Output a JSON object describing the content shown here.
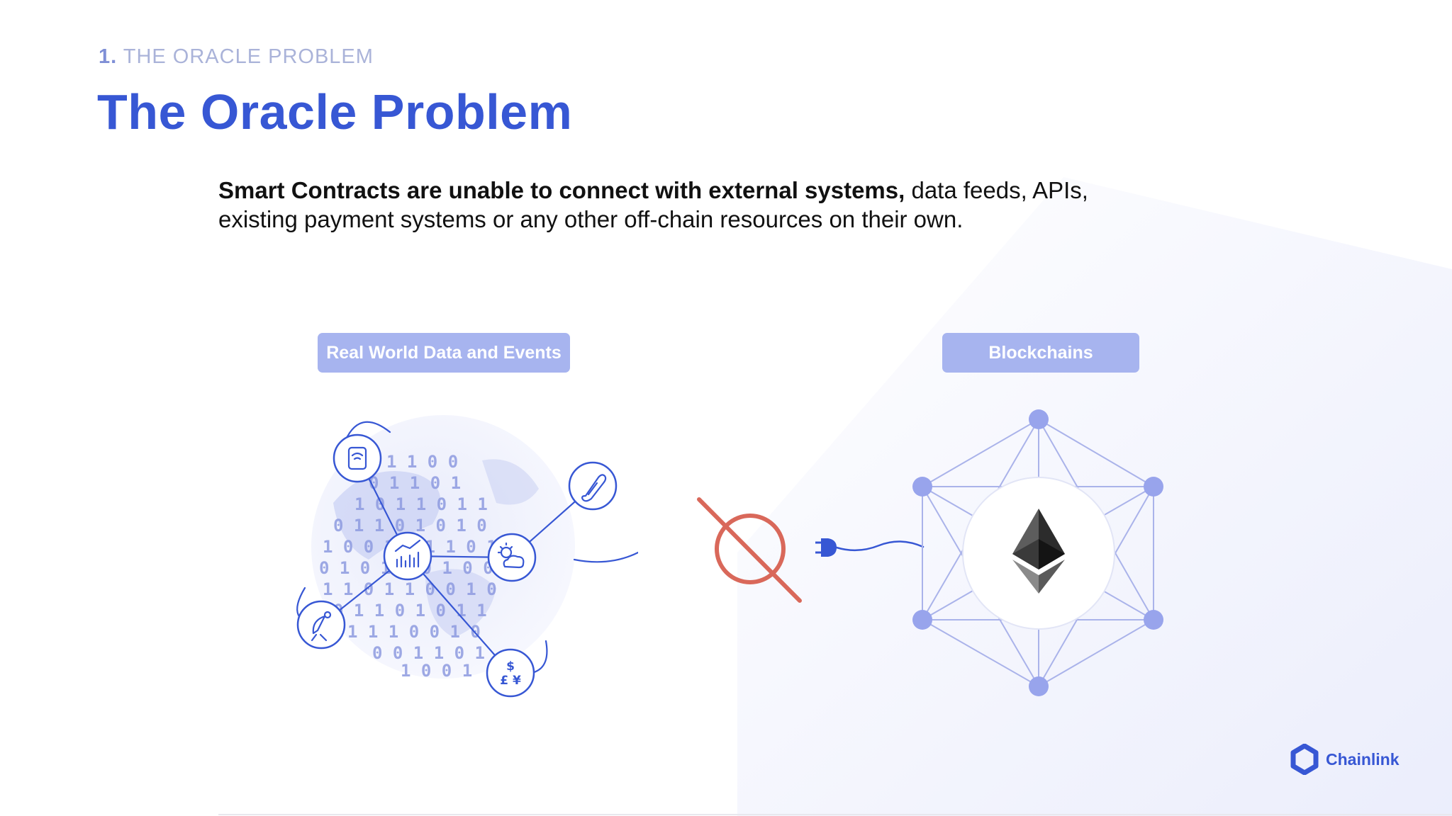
{
  "slide": {
    "section_number": "1.",
    "section_label": "THE ORACLE  PROBLEM",
    "title": "The Oracle Problem",
    "subtitle_bold": "Smart Contracts are unable to connect with external systems,",
    "subtitle_rest": " data feeds, APIs, existing payment systems or any other off-chain resources on their own."
  },
  "diagram": {
    "left_label": "Real World Data and Events",
    "right_label": "Blockchains",
    "currency_top": "$",
    "currency_bottom": "£ ¥"
  },
  "brand": {
    "name": "Chainlink"
  },
  "colors": {
    "brand_blue": "#3757d4",
    "pill": "#a7b4ef",
    "node": "#98a4ec",
    "forbidden": "#d9685a",
    "label_grey": "#aab3d9"
  }
}
